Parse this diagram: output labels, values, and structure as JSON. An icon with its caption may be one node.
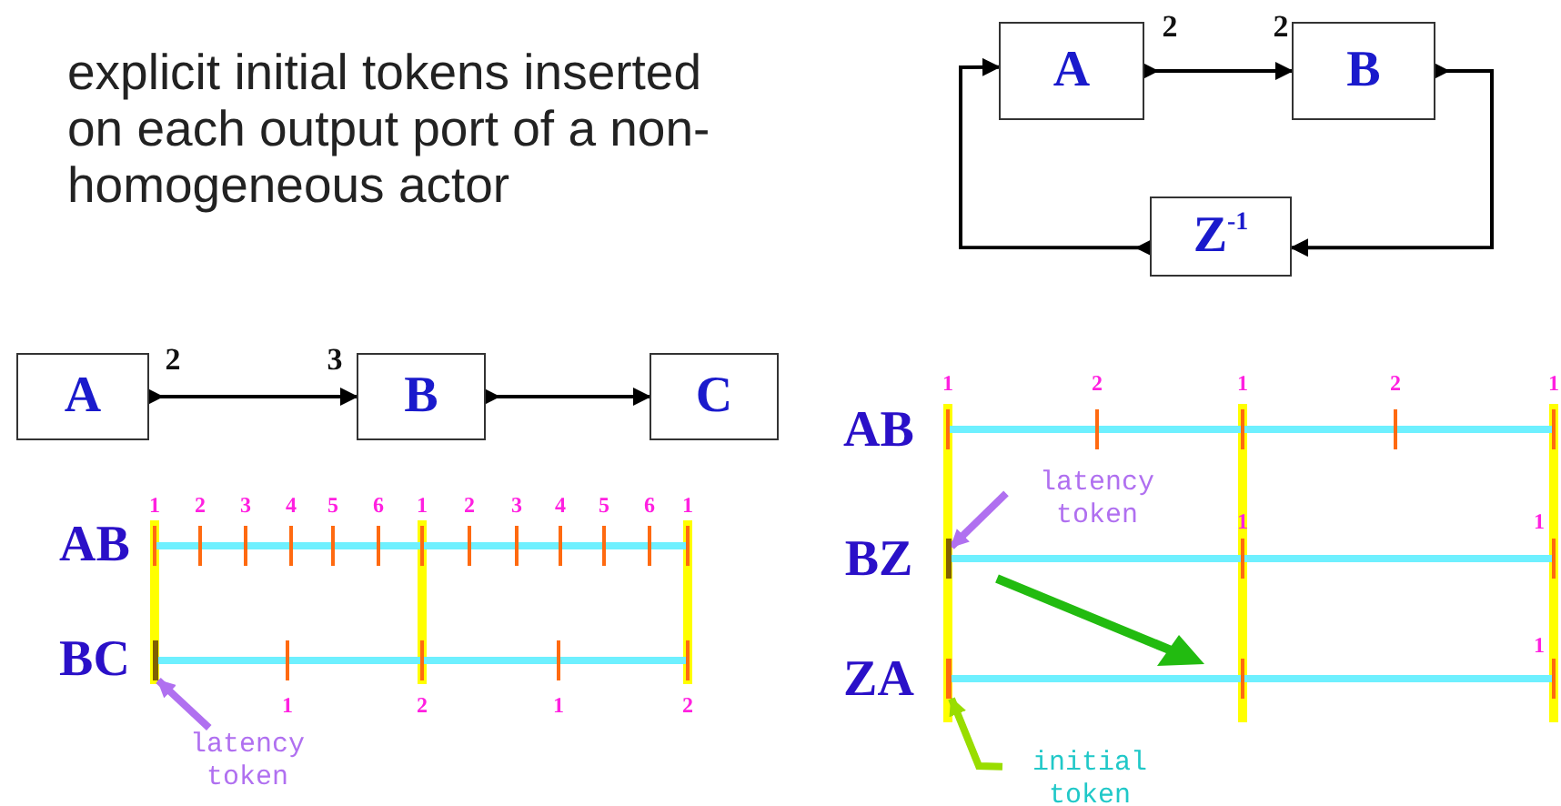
{
  "diagram": {
    "nodes": [
      {
        "text": [
          "A"
        ]
      },
      {
        "text": [
          "B"
        ]
      },
      {
        "text": [
          "Z$^{-1}$"
        ]
      },
      {
        "text": [
          "A"
        ]
      },
      {
        "text": [
          "B"
        ]
      },
      {
        "text": [
          "C"
        ]
      },
      {
        "text": [
          "latency token"
        ]
      },
      {
        "text": [
          "latency token"
        ]
      },
      {
        "text": [
          "initial token"
        ]
      },
      {
        "text": [],
        "shape": "bar"
      },
      {
        "text": [],
        "shape": "bar"
      },
      {
        "text": [],
        "shape": "bar"
      }
    ],
    "edges": [
      {
        "from": 0,
        "to": 1,
        "arrow": "to"
      },
      {
        "from": 1,
        "to": 2,
        "arrow": "to"
      },
      {
        "from": 2,
        "to": 0,
        "arrow": "to"
      },
      {
        "from": 3,
        "to": 4,
        "arrow": "to"
      },
      {
        "from": 4,
        "to": 5,
        "arrow": "to"
      },
      {
        "from": 6,
        "to": 9,
        "arrow": "to",
        "style": "thick",
        "color": "#b070f0"
      },
      {
        "from": 7,
        "to": 10,
        "arrow": "to",
        "style": "thick",
        "color": "#b070f0"
      },
      {
        "from": 8,
        "to": 11,
        "arrow": "to",
        "style": "thick",
        "color": "#99dd00"
      }
    ],
    "labels": [
      "explicit initial tokens inserted on each output port of a non-homogeneous actor",
      "2",
      "2",
      "2",
      "3",
      "1",
      "2",
      "3",
      "4",
      "5",
      "6",
      "1",
      "2",
      "3",
      "4",
      "5",
      "6",
      "1",
      "AB",
      "BC",
      "1",
      "2",
      "1",
      "2",
      "1",
      "2",
      "1",
      "2",
      "1",
      "AB",
      "1",
      "1",
      "BZ",
      "1",
      "ZA"
    ]
  }
}
